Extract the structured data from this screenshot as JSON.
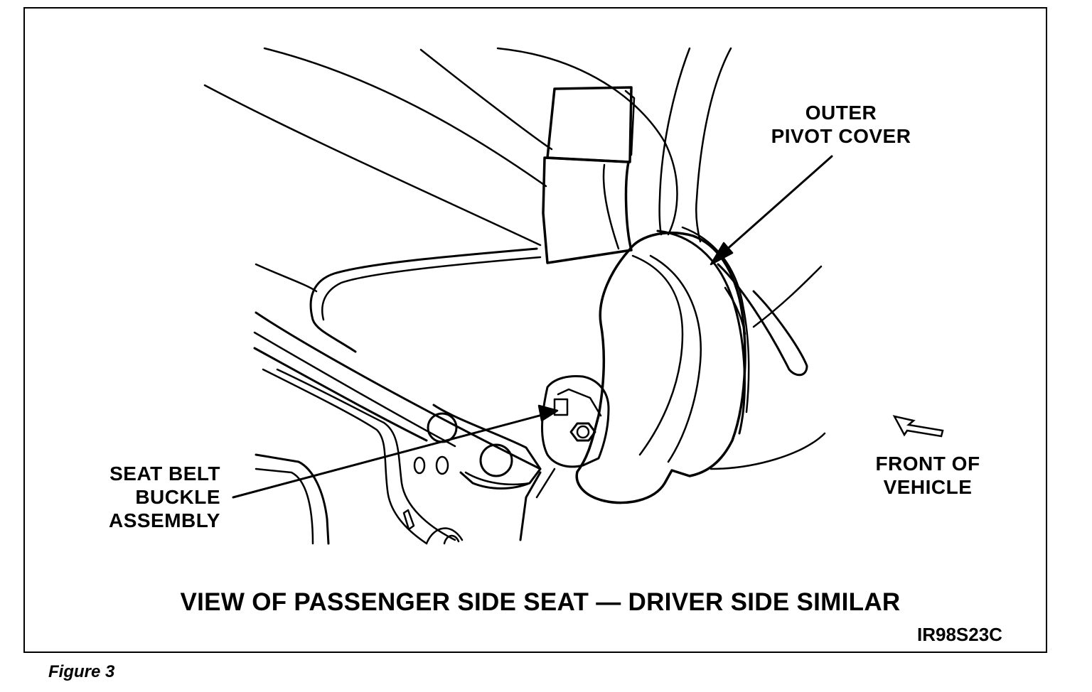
{
  "figure": {
    "labels": {
      "outer_pivot_cover": [
        "OUTER",
        "PIVOT COVER"
      ],
      "seat_belt_buckle": [
        "SEAT BELT",
        "BUCKLE",
        "ASSEMBLY"
      ],
      "front_of_vehicle": [
        "FRONT OF",
        "VEHICLE"
      ]
    },
    "caption": "VIEW OF PASSENGER SIDE SEAT — DRIVER SIDE SIMILAR",
    "code": "IR98S23C",
    "figure_number": "Figure 3"
  },
  "colors": {
    "line": "#000000",
    "background": "#ffffff"
  }
}
